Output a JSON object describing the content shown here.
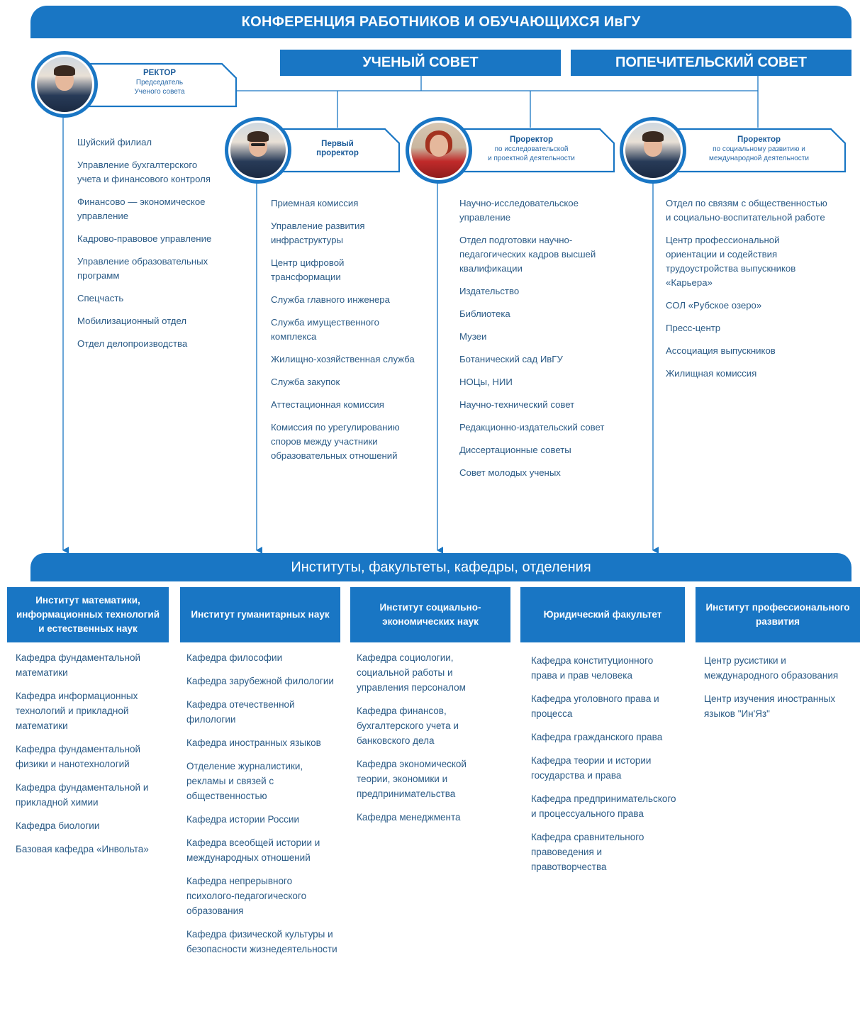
{
  "header": {
    "conference": "КОНФЕРЕНЦИЯ РАБОТНИКОВ И ОБУЧАЮЩИХСЯ ИвГУ",
    "academic_council": "УЧЕНЫЙ СОВЕТ",
    "board_of_trustees": "ПОПЕЧИТЕЛЬСКИЙ СОВЕТ"
  },
  "rector": {
    "title": "РЕКТОР",
    "subtitle_line1": "Председатель",
    "subtitle_line2": "Ученого совета",
    "units": [
      "Шуйский филиал",
      "Управление бухгалтерского учета и финансового контроля",
      "Финансово — экономическое управление",
      "Кадрово-правовое управление",
      "Управление образовательных программ",
      "Спецчасть",
      "Мобилизационный отдел",
      "Отдел делопроизводства"
    ]
  },
  "first_vice_rector": {
    "title_line1": "Первый",
    "title_line2": "проректор",
    "units": [
      "Приемная комиссия",
      "Управление развития инфраструктуры",
      "Центр цифровой трансформации",
      "Служба главного инженера",
      "Служба имущественного комплекса",
      "Жилищно-хозяйственная служба",
      "Служба закупок",
      "Аттестационная комиссия",
      "Комиссия по урегулированию споров между участники образовательных отношений"
    ]
  },
  "vice_rector_research": {
    "title": "Проректор",
    "subtitle_line1": "по исследовательской",
    "subtitle_line2": "и проектной деятельности",
    "units": [
      "Научно-исследовательское управление",
      "Отдел подготовки научно-педагогических кадров высшей квалификации",
      "Издательство",
      "Библиотека",
      "Музеи",
      "Ботанический сад ИвГУ",
      "НОЦы, НИИ",
      "Научно-технический совет",
      "Редакционно-издательский совет",
      "Диссертационные советы",
      "Совет молодых ученых"
    ]
  },
  "vice_rector_social": {
    "title": "Проректор",
    "subtitle_line1": "по социальному развитию и",
    "subtitle_line2": "международной деятельности",
    "units": [
      "Отдел по связям с общественностью и социально-воспитательной работе",
      "Центр профессиональной ориентации и содействия трудоустройства выпускников «Карьера»",
      "СОЛ «Рубское озеро»",
      "Пресс-центр",
      "Ассоциация выпускников",
      "Жилищная комиссия"
    ]
  },
  "institutes_banner": "Институты, факультеты, кафедры, отделения",
  "institutes": [
    {
      "name": "Институт математики, информационных технологий и естественных наук",
      "departments": [
        "Кафедра фундаментальной математики",
        "Кафедра информационных технологий и прикладной математики",
        "Кафедра фундаментальной физики и нанотехнологий",
        "Кафедра фундаментальной и прикладной химии",
        "Кафедра биологии",
        "Базовая кафедра «Инвольта»"
      ]
    },
    {
      "name": "Институт гуманитарных наук",
      "departments": [
        "Кафедра философии",
        "Кафедра зарубежной филологии",
        "Кафедра отечественной филологии",
        "Кафедра иностранных языков",
        "Отделение журналистики, рекламы и связей с общественностью",
        "Кафедра истории России",
        "Кафедра всеобщей истории и международных отношений",
        "Кафедра непрерывного психолого-педагогического образования",
        "Кафедра физической культуры и безопасности жизнедеятельности"
      ]
    },
    {
      "name": "Институт социально-экономических наук",
      "departments": [
        "Кафедра социологии, социальной работы и управления персоналом",
        "Кафедра финансов, бухгалтерского учета и банковского дела",
        "Кафедра экономической теории, экономики и предпринимательства",
        "Кафедра менеджмента"
      ]
    },
    {
      "name": "Юридический факультет",
      "departments": [
        "Кафедра конституционного права и прав человека",
        "Кафедра уголовного права и процесса",
        "Кафедра гражданского права",
        "Кафедра теории и истории государства и права",
        "Кафедра предпринимательского и процессуального права",
        "Кафедра сравнительного правоведения и правотворчества"
      ]
    },
    {
      "name": "Институт профессионального развития",
      "departments": [
        "Центр русистики и международного образования",
        "Центр изучения иностранных языков \"Ин'Яз\""
      ]
    }
  ],
  "colors": {
    "brand_blue": "#1976c4",
    "text_blue": "#2b5b86"
  },
  "icons": [
    "rector-photo",
    "first-vice-rector-photo",
    "vice-rector-research-photo",
    "vice-rector-social-photo"
  ]
}
